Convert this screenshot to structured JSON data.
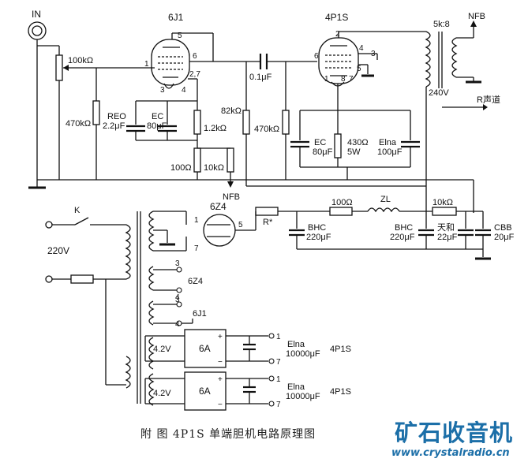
{
  "labels": {
    "in": "IN",
    "nfb_top": "NFB",
    "nfb_mid": "NFB",
    "r_channel": "R声道",
    "v240": "240V",
    "transformer_ratio": "5k:8",
    "v220": "220V",
    "k": "K",
    "r_star": "R*",
    "zl": "ZL"
  },
  "tubes": {
    "v1": "6J1",
    "v2": "4P1S",
    "rect": "6Z4"
  },
  "pins": {
    "v1_p1": "1",
    "v1_p5": "5",
    "v1_p6": "6",
    "v1_p27": "2,7",
    "v1_p3": "3",
    "v1_p4": "4",
    "v2_p2": "2",
    "v2_p6": "6",
    "v2_p4": "4",
    "v2_p3": "3",
    "v2_p5": "5",
    "v2_p1": "1",
    "v2_p8": "8",
    "v2_p7": "7",
    "r_p1": "1",
    "r_p5": "5",
    "r_p7": "7"
  },
  "components": {
    "pot": "100kΩ",
    "r470a": "470kΩ",
    "reo1": "REO",
    "reo2": "2.2μF",
    "ec1_a": "EC",
    "ec1_b": "80μF",
    "r12k": "1.2kΩ",
    "r100": "100Ω",
    "r10k_a": "10kΩ",
    "c01": "0.1μF",
    "r82k": "82kΩ",
    "r470b": "470kΩ",
    "ec2_a": "EC",
    "ec2_b": "80μF",
    "r430_a": "430Ω",
    "r430_b": "5W",
    "elna1_a": "Elna",
    "elna1_b": "100μF",
    "r100b": "100Ω",
    "r10k_b": "10kΩ",
    "bhc1_a": "BHC",
    "bhc1_b": "220μF",
    "bhc2_a": "BHC",
    "bhc2_b": "220μF",
    "tianhe_a": "天和",
    "tianhe_b": "22μF",
    "cbb_a": "CBB",
    "cbb_b": "20μF"
  },
  "windings": {
    "w1_a": "3",
    "w1_b": "4",
    "w1_label": "6Z4",
    "w2_a": "3",
    "w2_b": "4",
    "w2_label": "6J1",
    "v42a": "4.2V",
    "v42b": "4.2V"
  },
  "regulators": [
    {
      "rating": "6A",
      "cap_a": "Elna",
      "cap_b": "10000μF",
      "out1": "1",
      "out7": "7",
      "tube": "4P1S"
    },
    {
      "rating": "6A",
      "cap_a": "Elna",
      "cap_b": "10000μF",
      "out1": "1",
      "out7": "7",
      "tube": "4P1S"
    }
  ],
  "caption": "附  图    4P1S 单端胆机电路原理图",
  "watermark": {
    "logo": "矿石收音机",
    "url": "www.crystalradio.cn",
    "color": "#1c6fa8"
  }
}
